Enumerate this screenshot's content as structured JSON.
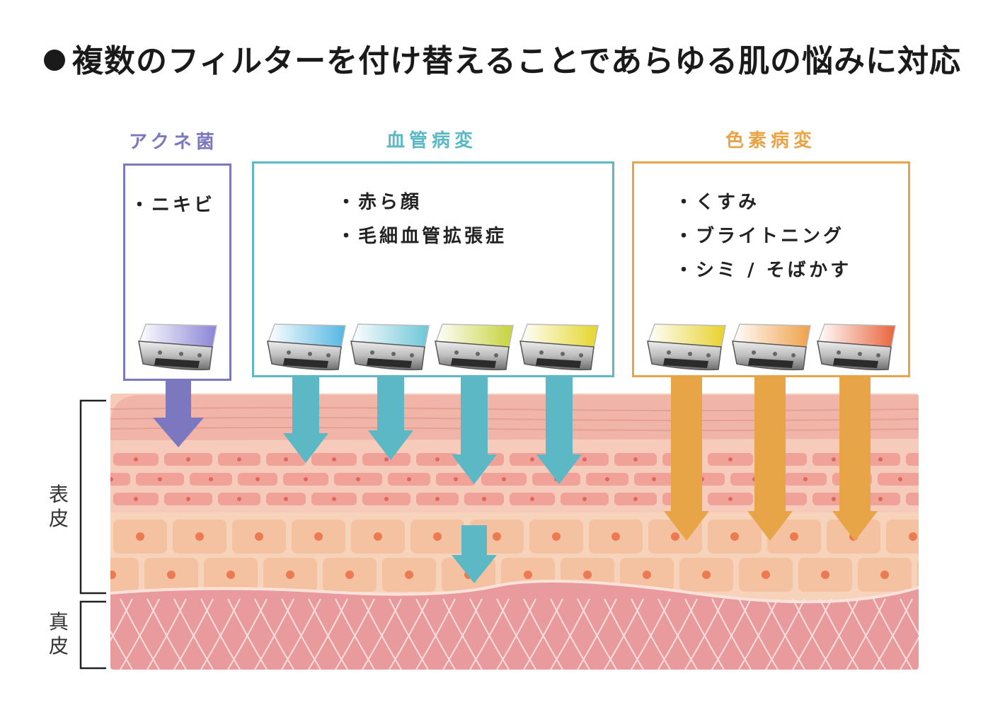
{
  "title": "複数のフィルターを付け替えることであらゆる肌の悩みに対応",
  "colors": {
    "purple": "#7b78c0",
    "teal": "#5bb8c4",
    "orange": "#e8a548",
    "stratum_top": "#f1b4a9",
    "epidermis_mid": "#f6cbbc",
    "epidermis_low": "#f5c2a1",
    "dermis": "#e89a9d"
  },
  "categories": [
    {
      "id": "acne",
      "label": "アクネ菌",
      "color": "#7b78c0",
      "items": [
        "・ニキビ"
      ]
    },
    {
      "id": "vascular",
      "label": "血管病変",
      "color": "#5bb8c4",
      "items": [
        "・赤ら顔",
        "・毛細血管拡張症"
      ]
    },
    {
      "id": "pigment",
      "label": "色素病変",
      "color": "#e8a548",
      "items": [
        "・くすみ",
        "・ブライトニング",
        "・シミ / そばかす"
      ]
    }
  ],
  "layers": {
    "epidermis": "表皮",
    "dermis": "真皮"
  },
  "filters": [
    {
      "category": "acne",
      "gradient": [
        "#ffffff",
        "#8a84d6"
      ],
      "icon": "filter-cartridge-icon"
    },
    {
      "category": "vascular",
      "gradient": [
        "#ffffff",
        "#52b6e2"
      ],
      "icon": "filter-cartridge-icon"
    },
    {
      "category": "vascular",
      "gradient": [
        "#ffffff",
        "#6cc6d8"
      ],
      "icon": "filter-cartridge-icon"
    },
    {
      "category": "vascular",
      "gradient": [
        "#ffffff",
        "#c6d23a"
      ],
      "icon": "filter-cartridge-icon"
    },
    {
      "category": "vascular",
      "gradient": [
        "#ffffff",
        "#e4d628"
      ],
      "icon": "filter-cartridge-icon"
    },
    {
      "category": "pigment",
      "gradient": [
        "#ffffff",
        "#e8d12a"
      ],
      "icon": "filter-cartridge-icon"
    },
    {
      "category": "pigment",
      "gradient": [
        "#ffffff",
        "#f0a048"
      ],
      "icon": "filter-cartridge-icon"
    },
    {
      "category": "pigment",
      "gradient": [
        "#ffffff",
        "#e8643c"
      ],
      "icon": "filter-cartridge-icon"
    }
  ],
  "arrows": [
    {
      "category": "acne",
      "depth": "stratum-corneum",
      "icon": "arrow-down-icon"
    },
    {
      "category": "vascular",
      "depth": "upper-epidermis",
      "icon": "arrow-down-icon"
    },
    {
      "category": "vascular",
      "depth": "upper-epidermis",
      "icon": "arrow-down-icon"
    },
    {
      "category": "vascular",
      "depth": "dermis-boundary",
      "icon": "arrow-down-icon"
    },
    {
      "category": "vascular",
      "depth": "mid-epidermis",
      "icon": "arrow-down-icon"
    },
    {
      "category": "pigment",
      "depth": "lower-epidermis",
      "icon": "arrow-down-icon"
    },
    {
      "category": "pigment",
      "depth": "lower-epidermis",
      "icon": "arrow-down-icon"
    },
    {
      "category": "pigment",
      "depth": "lower-epidermis",
      "icon": "arrow-down-icon"
    }
  ]
}
